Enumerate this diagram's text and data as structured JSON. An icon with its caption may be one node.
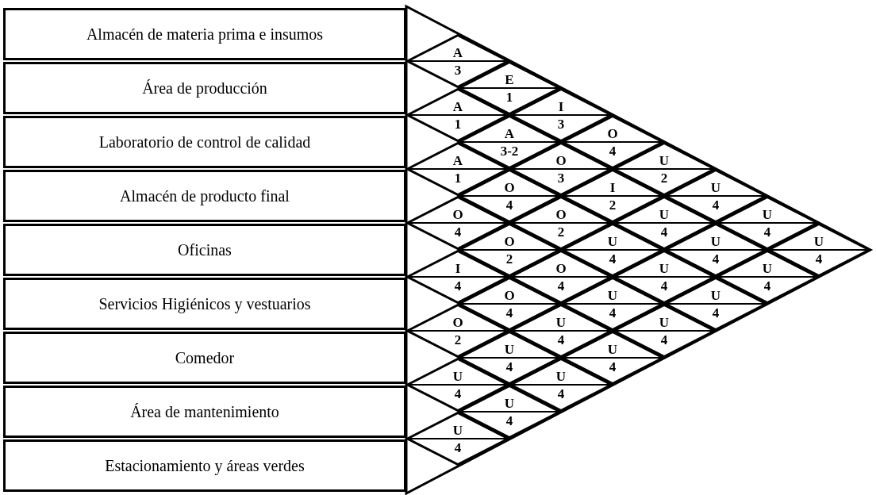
{
  "diagram": {
    "nodes": [
      {
        "text": [
          "Almacén de materia prima e insumos"
        ]
      },
      {
        "text": [
          "Área de producción"
        ]
      },
      {
        "text": [
          "Laboratorio de control de calidad"
        ]
      },
      {
        "text": [
          "Almacén de producto final"
        ]
      },
      {
        "text": [
          "Oficinas"
        ]
      },
      {
        "text": [
          "Servicios Higiénicos y vestuarios"
        ]
      },
      {
        "text": [
          "Comedor"
        ]
      },
      {
        "text": [
          "Área de mantenimiento"
        ]
      },
      {
        "text": [
          "Estacionamiento y áreas verdes"
        ]
      },
      {
        "text": [
          "A",
          "3"
        ]
      },
      {
        "text": [
          "A",
          "1"
        ]
      },
      {
        "text": [
          "A",
          "1"
        ]
      },
      {
        "text": [
          "O",
          "4"
        ]
      },
      {
        "text": [
          "I",
          "4"
        ]
      },
      {
        "text": [
          "O",
          "2"
        ]
      },
      {
        "text": [
          "U",
          "4"
        ]
      },
      {
        "text": [
          "U",
          "4"
        ]
      },
      {
        "text": [
          "E",
          "1"
        ]
      },
      {
        "text": [
          "A",
          "3-2"
        ]
      },
      {
        "text": [
          "O",
          "4"
        ]
      },
      {
        "text": [
          "O",
          "2"
        ]
      },
      {
        "text": [
          "O",
          "4"
        ]
      },
      {
        "text": [
          "U",
          "4"
        ]
      },
      {
        "text": [
          "U",
          "4"
        ]
      },
      {
        "text": [
          "I",
          "3"
        ]
      },
      {
        "text": [
          "O",
          "3"
        ]
      },
      {
        "text": [
          "O",
          "2"
        ]
      },
      {
        "text": [
          "O",
          "4"
        ]
      },
      {
        "text": [
          "U",
          "4"
        ]
      },
      {
        "text": [
          "U",
          "4"
        ]
      },
      {
        "text": [
          "O",
          "4"
        ]
      },
      {
        "text": [
          "I",
          "2"
        ]
      },
      {
        "text": [
          "U",
          "4"
        ]
      },
      {
        "text": [
          "U",
          "4"
        ]
      },
      {
        "text": [
          "U",
          "4"
        ]
      },
      {
        "text": [
          "U",
          "2"
        ]
      },
      {
        "text": [
          "U",
          "4"
        ]
      },
      {
        "text": [
          "U",
          "4"
        ]
      },
      {
        "text": [
          "U",
          "4"
        ]
      },
      {
        "text": [
          "U",
          "4"
        ]
      },
      {
        "text": [
          "U",
          "4"
        ]
      },
      {
        "text": [
          "U",
          "4"
        ]
      },
      {
        "text": [
          "U",
          "4"
        ]
      },
      {
        "text": [
          "U",
          "4"
        ]
      },
      {
        "text": [
          "U",
          "4"
        ]
      }
    ]
  }
}
